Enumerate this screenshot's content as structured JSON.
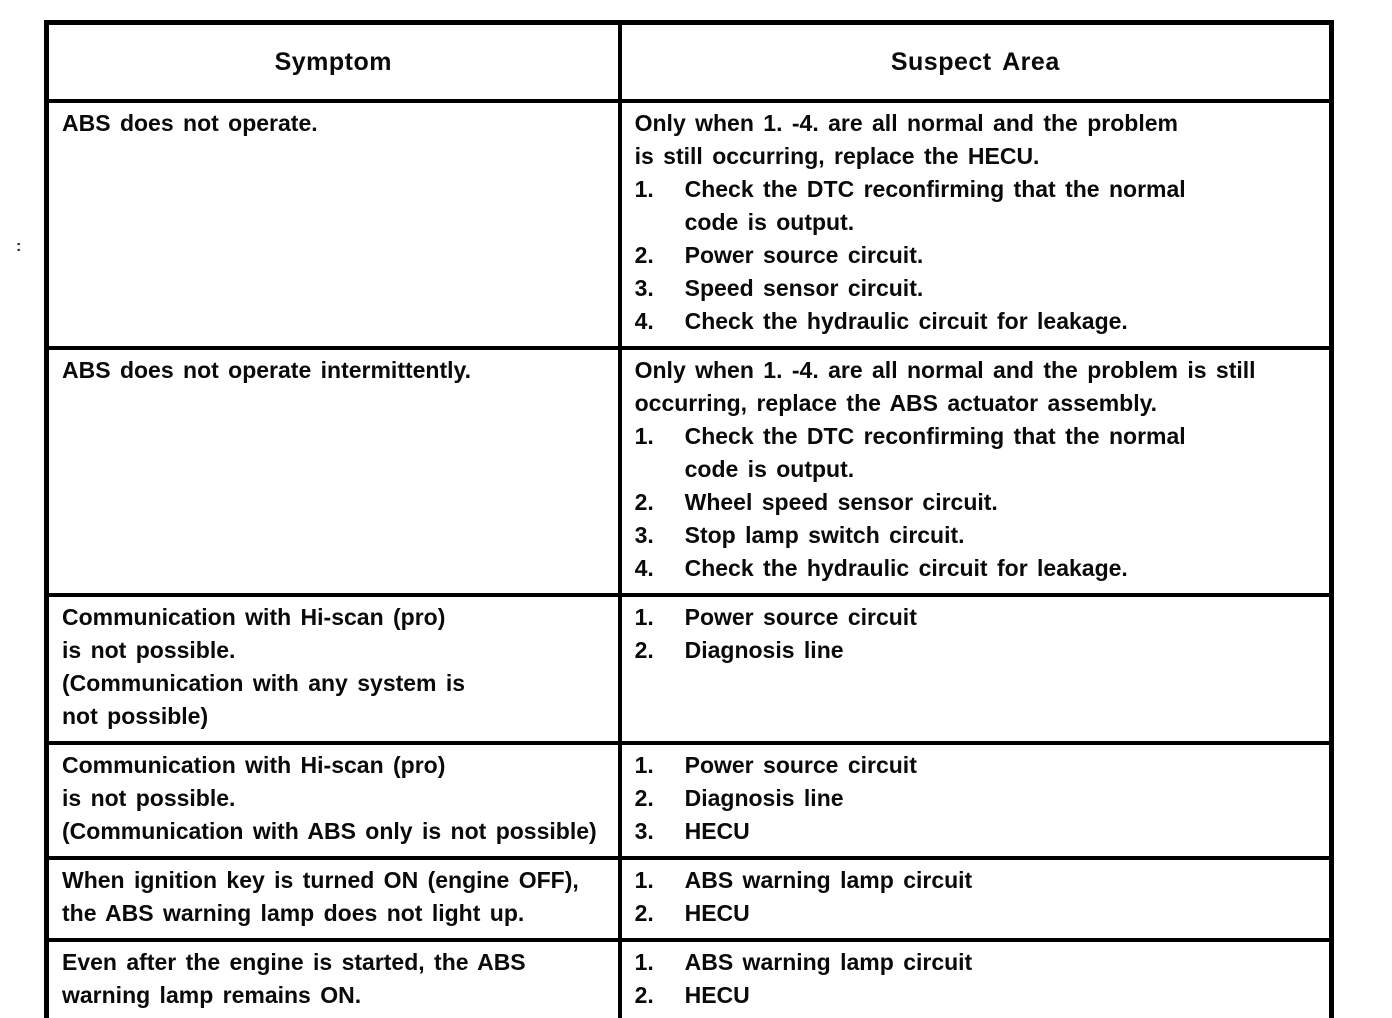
{
  "artifact": ":",
  "table": {
    "headers": [
      "Symptom",
      "Suspect Area"
    ],
    "rows": [
      {
        "symptom_lines": [
          "ABS does not operate."
        ],
        "suspect_intro_lines": [
          "Only when 1. -4. are all normal and the problem",
          "is still occurring, replace the HECU."
        ],
        "suspect_items": [
          {
            "num": "1.",
            "lines": [
              "Check the DTC reconfirming that the normal",
              "code is output."
            ]
          },
          {
            "num": "2.",
            "lines": [
              "Power source circuit."
            ]
          },
          {
            "num": "3.",
            "lines": [
              "Speed sensor circuit."
            ]
          },
          {
            "num": "4.",
            "lines": [
              "Check the hydraulic circuit for leakage."
            ]
          }
        ]
      },
      {
        "symptom_lines": [
          "ABS does not operate intermittently."
        ],
        "suspect_intro_lines": [
          "Only when 1. -4. are all normal and the problem is still",
          "occurring, replace the ABS actuator assembly."
        ],
        "suspect_items": [
          {
            "num": "1.",
            "lines": [
              "Check the DTC reconfirming that the normal",
              "code is output."
            ]
          },
          {
            "num": "2.",
            "lines": [
              "Wheel speed sensor circuit."
            ]
          },
          {
            "num": "3.",
            "lines": [
              "Stop lamp switch circuit."
            ]
          },
          {
            "num": "4.",
            "lines": [
              "Check the hydraulic circuit for leakage."
            ]
          }
        ]
      },
      {
        "symptom_lines": [
          "Communication with Hi-scan (pro)",
          "is not possible.",
          "(Communication with any system is",
          "not possible)"
        ],
        "suspect_intro_lines": [],
        "suspect_items": [
          {
            "num": "1.",
            "lines": [
              "Power source circuit"
            ]
          },
          {
            "num": "2.",
            "lines": [
              "Diagnosis line"
            ]
          }
        ]
      },
      {
        "symptom_lines": [
          "Communication with Hi-scan (pro)",
          "is not possible.",
          "(Communication with ABS only is not possible)"
        ],
        "suspect_intro_lines": [],
        "suspect_items": [
          {
            "num": "1.",
            "lines": [
              "Power source circuit"
            ]
          },
          {
            "num": "2.",
            "lines": [
              "Diagnosis line"
            ]
          },
          {
            "num": "3.",
            "lines": [
              "HECU"
            ]
          }
        ]
      },
      {
        "symptom_lines": [
          "When ignition key is turned ON (engine OFF),",
          "the ABS warning lamp does not light up."
        ],
        "suspect_intro_lines": [],
        "suspect_items": [
          {
            "num": "1.",
            "lines": [
              "ABS warning lamp circuit"
            ]
          },
          {
            "num": "2.",
            "lines": [
              "HECU"
            ]
          }
        ]
      },
      {
        "symptom_lines": [
          "Even after the engine is started, the ABS",
          "warning lamp remains ON."
        ],
        "suspect_intro_lines": [],
        "suspect_items": [
          {
            "num": "1.",
            "lines": [
              "ABS warning lamp circuit"
            ]
          },
          {
            "num": "2.",
            "lines": [
              "HECU"
            ]
          }
        ]
      }
    ]
  }
}
